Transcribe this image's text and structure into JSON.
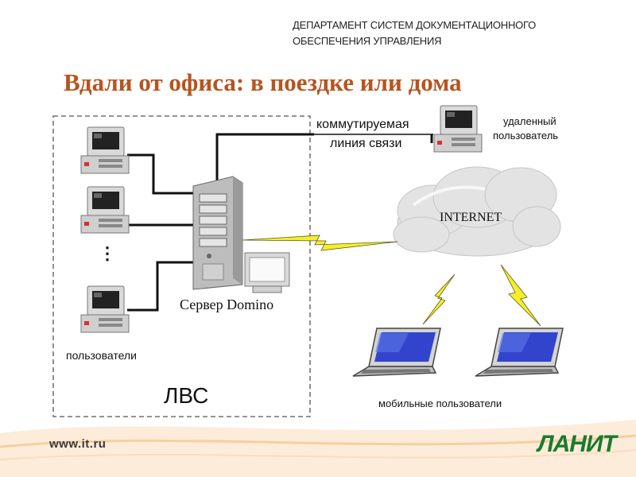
{
  "header": {
    "dept_line1": "ДЕПАРТАМЕНТ СИСТЕМ ДОКУМЕНТАЦИОННОГО",
    "dept_line2": "ОБЕСПЕЧЕНИЯ УПРАВЛЕНИЯ",
    "title": "Вдали от офиса: в поездке или дома"
  },
  "diagram": {
    "users_label": "пользователи",
    "server_label": "Сервер Domino",
    "lan_label": "ЛВС",
    "dialup_line1": "коммутируемая",
    "dialup_line2": "линия связи",
    "remote_line1": "удаленный",
    "remote_line2": "пользователь",
    "cloud_label": "INTERNET",
    "mobile_label": "мобильные пользователи",
    "ellipsis": "⋮"
  },
  "footer": {
    "url": "www.it.ru",
    "logo": "ЛАНИТ"
  },
  "colors": {
    "title": "#b7541f",
    "accent_swoosh": "#f2c48a",
    "cable": "#111111",
    "lightning": "#f5ef2a",
    "laptop_screen": "#3344cc",
    "cloud": "#e3e3e3"
  }
}
